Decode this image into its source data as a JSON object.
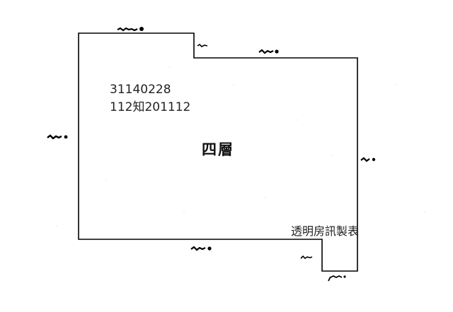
{
  "plan": {
    "record_code_1": "31140228",
    "record_code_2": "112知201112",
    "floor_label": "四層",
    "watermark": "透明房訊製表"
  },
  "colors": {
    "line": "#000000",
    "text": "#222222",
    "background": "#ffffff"
  }
}
